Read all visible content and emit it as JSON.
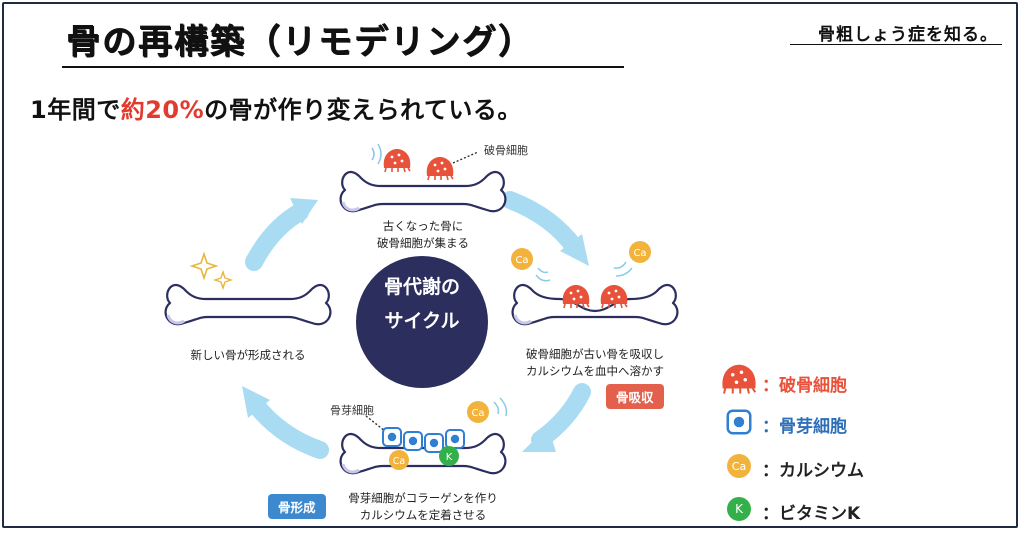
{
  "header": {
    "title": "骨の再構築（リモデリング）",
    "brand": "骨粗しょう症を知る。",
    "subtitle_pre": "1年間で",
    "subtitle_highlight": "約20%",
    "subtitle_post": "の骨が作り変えられている。"
  },
  "center": {
    "line1": "骨代謝の",
    "line2": "サイクル"
  },
  "steps": {
    "top_line1": "古くなった骨に",
    "top_line2": "破骨細胞が集まる",
    "right_line1": "破骨細胞が古い骨を吸収し",
    "right_line2": "カルシウムを血中へ溶かす",
    "bottom_line1": "骨芽細胞がコラーゲンを作り",
    "bottom_line2": "カルシウムを定着させる",
    "left_line1": "新しい骨が形成される"
  },
  "labels": {
    "osteoclast": "破骨細胞",
    "osteoblast": "骨芽細胞",
    "ca": "Ca",
    "k": "K"
  },
  "tags": {
    "resorption": "骨吸収",
    "formation": "骨形成"
  },
  "legend": {
    "osteoclast": "：破骨細胞",
    "osteoblast": "：骨芽細胞",
    "calcium": "：カルシウム",
    "vitamin_k": "：ビタミンK"
  },
  "colors": {
    "accent_red": "#e23a2e",
    "osteoclast": "#e8523a",
    "osteoblast_blue": "#2f7fd3",
    "calcium": "#f2b33d",
    "vitamin_k": "#34b04a",
    "arrow": "#a9dcf3",
    "center_circle": "#2c2f5e",
    "tag_resorption": "#e2604c",
    "tag_formation": "#3c89d0"
  }
}
